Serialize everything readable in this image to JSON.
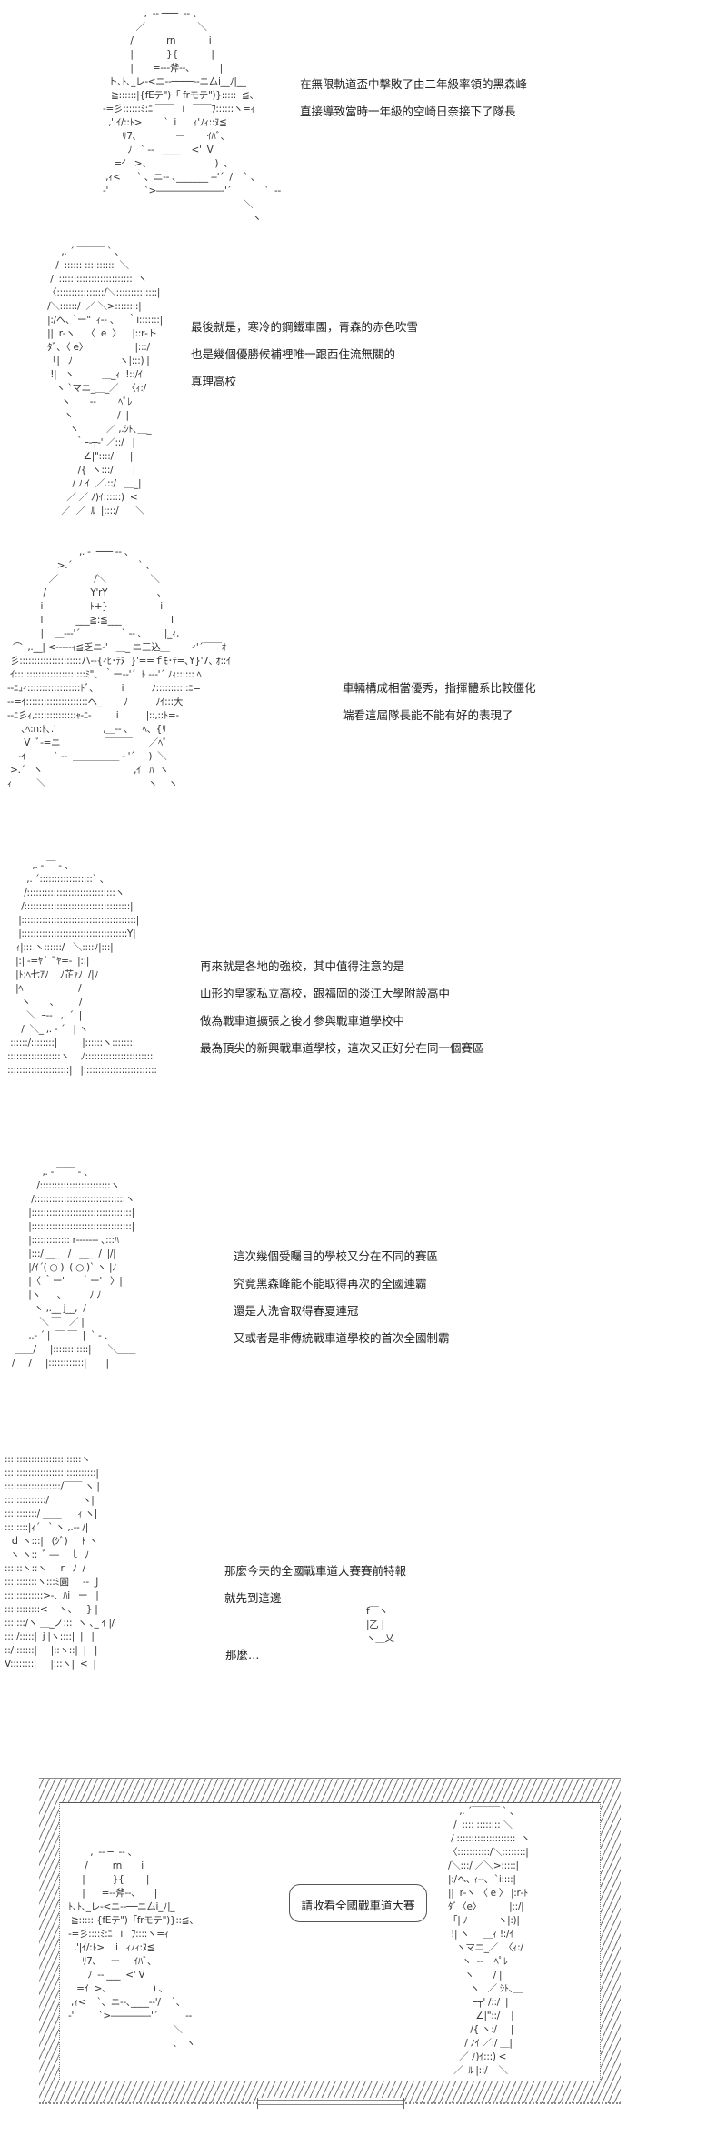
{
  "panels": [
    {
      "art": "                ,  -‐ ───  ‐- 、\n             ／                   ＼\n           /            rn            i\n           |            }{            |\n           |       =‐‐‐斧‐‐、         |\n   ト､ﾄ､_レ‐<ニ‐‐────‐‐ニ厶i__ﾉ|__\n    ≧::::::|{fEテ\")「 frモテ\")}:::::  ≦、\n ‐=彡::::::ﾐ:ﾆ ￣￣   i   ￣￣ﾌ::::::ヽ=ｨ\n   ,'|ｲ/::ﾄ>        `  i      ｨ'ﾉｨ::ﾇ≦\n        ﾘ7､              ー        ｲﾊﾞ､\n          ﾉ   ` ‐‐   ____    <'  V\n     =ｲ   >、                       )  ､\n  ,ｨ<      ` 、ニ‐‐ ､_______ ‐‐'´  /    ` 、\n ‐'             `>―――――――‐'´            `  ‐‐\n                                                    ＼\n                                                       ヽ",
      "lines": [
        "在無限軌道盃中擊敗了由二年級率領的黑森峰",
        "直接導致當時一年級的空崎日奈接下了隊長"
      ]
    },
    {
      "art": "         ,. ´ ￣￣￣ ` 、\n       /  :::::: ::::::::::  ＼\n     /  :::::::::::::::::::::::::  ヽ\n    〈::::::::::::::::/＼::::::::::::::|\n    /＼::::::/  ／ ＼>::::::::|\n    |:/へ､ `ー\"  ｨ‐‐ 、   ｀i:::::::|\n    ||  r‐ヽ    〈  e  〉    |::r‐ト\n    ﾀﾞ､〈 e〉                 |:::/ |\n    「|   ﾉ                 ヽ|:::) |\n     !|   ヽ          ＿_ｨ  !::/ｲ\n       ヽ `マニ_＿_／   〈ｨ:/\n         ヽ       ‐‐        ﾍﾟﾚ\n          ヽ                /  |\n            ヽ          ／ ,.ｼﾄ､＿_\n              ｀ｰ‐┬‐' ／::/   |\n                 ∠|\"::::/      |\n               /{  ヽ:::/       |\n             / ﾉ ｲ  ／.::/   ＿_|\n           ／ ／ ﾉ)ｲ::::::)  <\n         ／  ／  ﾙ  |::::/      ＼",
      "lines": [
        "最後就是，寒冷的鋼鐵車團，青森的赤色吹雪",
        "也是幾個優勝候補裡唯一跟西住流無關的",
        "真理高校"
      ]
    },
    {
      "art": "                           ,. ‐  ─── ‐- 、\n                   >.´                        ` 、\n                ／             /＼                ＼\n              /                Y'rY                  ､\n             i                 ﾄ+}                   i\n             i            ___≧:≦___                  i\n             |    ＿‐‐‐'´               ` ‐‐ ､        |_ｨ,\n   ⌒  ,.__| <‐‐‐‐‐ｨ≦乏ニ‐'   ＿_ ニ三込＿        ｨ'´￣￣ｵ\n  彡:::::::::::::::::::::ハ‐‐{ｨﾋ･ﾃﾇ  }'==ｆﾓ･ﾃ=､Y}'7､ ｵ::ｲ\n  ｲ::::::::::::::::::::::::ﾐ\"､  ｀ー‐‐'´  ﾄ ‐‐‐'´ ﾉｨ:::::: ﾍ\n ‐‐ﾆｭｨ::::::::::::::::::ﾄﾞ､          i          ﾉ:::::::::::ﾆ=\n ‐‐=ｲ:::::::::::::::::::::ヘ_        ﾉ          ﾉｲ:::大\n ‐‐ﾆ彡ｨ,::::::::::::::ｬ‐ﾆ‐         i          |::,::ﾄ=‐\n      ､ﾍ:n:ﾄ､.'                 ,＿‐‐ ､     ﾍ、{ﾘ\n       V  ﾞ‐=ニ                ￣￣￣      ／ﾍﾟ\n     -ｲ          ` ‐‐  ＿＿＿＿＿ ‐ '´     )  ＼\n  >.´   ヽ                                 ,ｲ   ﾊ  ヽ\n ｨ         ＼                                     ヽ    ヽ",
      "lines": [
        "車輛構成相當優秀，指揮體系比較僵化",
        "端看這屆隊長能不能有好的表現了"
      ]
    },
    {
      "art": "          ,. ‐ ￣ ‐ 、\n        ,. ´::::::::::::::::::` 、\n       /::::::::::::::::::::::::::::::ヽ\n      /::::::::::::::::::::::::::::::::::::|\n     |:::::::::::::::::::::::::::::::::::::::|\n     |::::::::::::::::::::::::::::::::::::Y|\n    ｨ|::: ヽ::::::/   ＼::::ﾉ|:::|\n    |:| ‐=ﾔ´  ﾞﾔ=‐  |::|\n    |ﾄ:ﾍ七ｱﾉ    ﾉ芷ｧﾉ  /|ﾉ\n    |ﾍ                    /\n      ヽ       ､         /\n        ＼  ｰ‐‐   ,. ´  |\n      /  ＼_ ,. ‐ ´   | ヽ\n  ::::::/::::::::|         |::::::ヽ::::::::\n ::::::::::::::::::ヽ    ﾉ:::::::::::::::::::::::\n :::::::::::::::::::::|   |:::::::::::::::::::::::::",
      "lines": [
        "再來就是各地的強校，其中值得注意的是",
        "山形的皇家私立高校，跟福岡的淡江大學附設高中",
        "做為戰車道擴張之後才參與戰車道學校中",
        "最為頂尖的新興戰車道學校，這次又正好分在同一個賽區"
      ]
    },
    {
      "art": "            ,. ‐ ￣￣ ‐ 、\n          /::::::::::::::::::::::::ヽ\n        /:::::::::::::::::::::::::::::::ヽ\n       |::::::::::::::::::::::::::::::::::|\n       |::::::::::::::::::::::::::::::::::|\n       |::::::::::::: r‐‐‐‐‐‐‐ ､:::ﾊ\n       |:::/ ＿_   /   ＿_  /  |/|\n       |/ｲ´( ○ )  ( ○ )` ヽ |ﾉ\n       |〈 ｀ー'      ｀ー'   〉|\n       |ヽ      ､          ﾉ ﾉ\n         ヽ ,.__ j__,  /\n           ＼ ￣   ／ |\n       ,.‐ ´ |  ￣ ￣  |  ` ‐ 、\n  ＿＿/     |::::::::::::|      ＼＿＿\n /     /     |::::::::::::|       |",
      "lines": [
        "這次幾個受矚目的學校又分在不同的賽區",
        "究竟黑森峰能不能取得再次的全國連霸",
        "還是大洗會取得春夏連冠",
        "又或者是非傳統戰車道學校的首次全國制霸"
      ]
    },
    {
      "art": "::::::::::::::::::::::::::ヽ\n:::::::::::::::::::::::::::::::|\n:::::::::::::::::::/￣￣ ヽ |\n::::::::::::::/            ヽ|\n:::::::::::/ ＿＿      ｨ ヽ|\n::::::::|ｨ´   ` ヽ ,.-‐ /|\n  ｄ ヽ:::|   (ｼﾞ)     ﾄ ヽ\n  ヽ ヽ::  ﾞ ―    ｌ  ﾉ\n::::::ヽ::ヽ     r   ﾉ  /\n:::::::::::ヽ:::ﾐ圓     ‐‐ ｊ\n:::::::::::::>‐、ﾊi   ー   |\n::::::::::::<    ヽ､     } |\n:::::::/ヽ ＿_ノ:::  ヽ ､_ ｲ |/\n::::/:::::|  j |ヽ::::|  |   |\n::/:::::::|     |::ヽ::|  |   |\nV::::::::|     |:::ヽ|  <  |",
      "lines": [
        "那麼今天的全國戰車道大賽賽前特報",
        "就先到這邊"
      ],
      "trailing": "那麼…",
      "small_art": " f￣ヽ\n |乙 |\n ヽ＿乂"
    }
  ],
  "final_panel": {
    "speech": "請收看全國戰車道大賽",
    "left_art": "        ,  -‐ ─  ‐- 、\n      /         rn       i\n     |          }{        |\n     |      =‐‐斧‐‐、     |\nﾄ､ﾄ､_レ‐<ニ‐‐──ニ厶i_ﾉ|_\n ≧:::::|{fEテ\")「frモテ\")}::≦、\n‐=彡::::ﾐ:ﾆ   i   ﾌ::::ヽ=ｨ\n  ,'|ｲ/:ﾄ>    i   ｨﾉｨ:ﾇ≦\n     ﾘ7､     ー     ｲﾊﾞ､\n       ﾉ  ‐‐ ___  <' V\n   =ｲ  >、               ) ､\n ,ｨ<    `、ニ‐‐､____‐‐'/    `、\n‐'         `>――――‐'´          ‐‐\n                                      ＼\n                                      ､   ヽ",
    "right_art": "     ,. ´￣￣￣ ` 、\n   /  :::: :::::::: ＼\n  / ::::::::::::::::::::  ヽ\n 〈:::::::::::/＼::::::::|\n /＼:::/ ／＼>:::::|\n |:/へ､ ｨ‐‐､  `i::::|\n ||  r‐ヽ 〈 e 〉 |:r‐ﾄ\n ﾀﾞ〈e〉          |::/|\n 「| ﾉ           ヽ|:)|\n  !| ヽ     ＿ｨ !:/ｲ\n    ヽマニ_／  〈ｨ:/\n      ヽ  ‐‐    ﾍﾟﾚ\n       ヽ       / |\n         ヽ   ／ ｼﾄ､＿\n          ｰ┬' /::/  |\n           ∠|\"::/    |\n         /{ ヽ:/     |\n       / ﾉｲ ／:/ ＿|\n     ／ ﾉ)ｲ:::) <\n   ／  ﾙ |::/    ＼"
  }
}
